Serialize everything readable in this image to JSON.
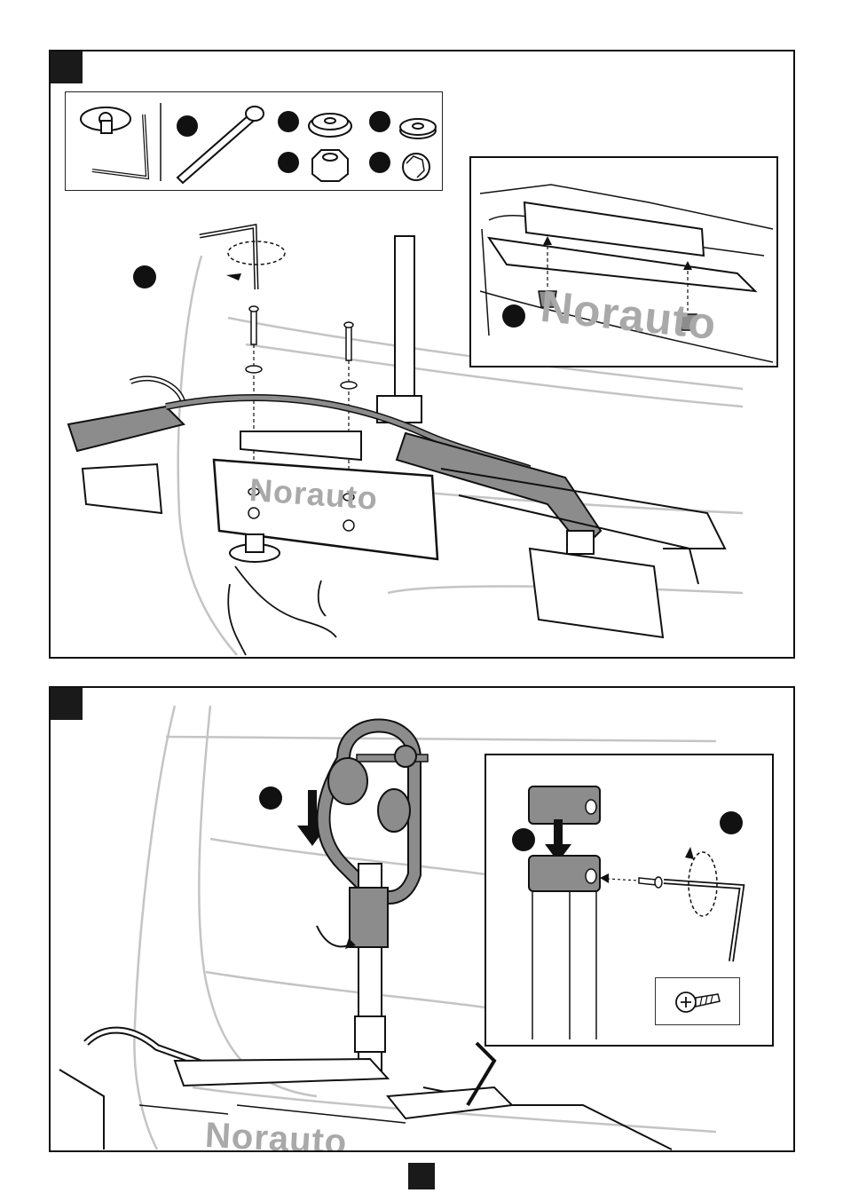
{
  "brand": {
    "logo_text_1": "Norauto",
    "logo_text_2": "Norauto",
    "logo_text_3": "Norauto",
    "logo_color": "#a9a9a9"
  },
  "panel1": {
    "parts_icons": [
      "socket-mount-icon",
      "allen-key-icon",
      "bolt-icon",
      "cone-washer-icon",
      "flat-washer-icon",
      "hex-nut-icon",
      "cap-nut-icon"
    ]
  },
  "panel2": {
    "icons": [
      "bike-holder-arm-icon",
      "end-cap-icon",
      "screw-icon",
      "allen-key-icon"
    ]
  },
  "colors": {
    "ink": "#111111",
    "grey_line": "#bfbfbf",
    "part_fill": "#8c8c8c"
  }
}
